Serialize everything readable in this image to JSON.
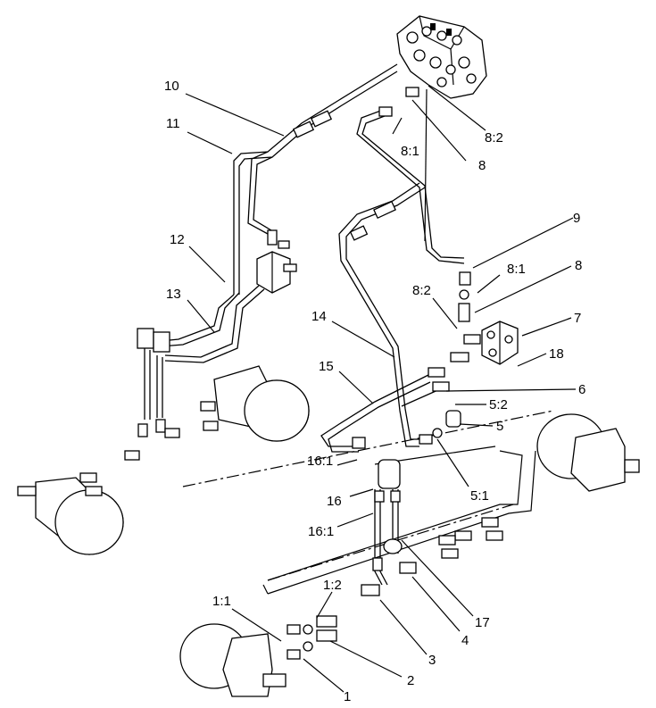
{
  "diagram": {
    "callouts": [
      {
        "id": "c10",
        "label": "10"
      },
      {
        "id": "c11",
        "label": "11"
      },
      {
        "id": "c12",
        "label": "12"
      },
      {
        "id": "c13",
        "label": "13"
      },
      {
        "id": "c14",
        "label": "14"
      },
      {
        "id": "c15",
        "label": "15"
      },
      {
        "id": "c16_1a",
        "label": "16:1"
      },
      {
        "id": "c16",
        "label": "16"
      },
      {
        "id": "c16_1b",
        "label": "16:1"
      },
      {
        "id": "c8_2top",
        "label": "8:2"
      },
      {
        "id": "c8_1top",
        "label": "8:1"
      },
      {
        "id": "c8top",
        "label": "8"
      },
      {
        "id": "c9",
        "label": "9"
      },
      {
        "id": "c8_1mid",
        "label": "8:1"
      },
      {
        "id": "c8mid",
        "label": "8"
      },
      {
        "id": "c8_2mid",
        "label": "8:2"
      },
      {
        "id": "c7",
        "label": "7"
      },
      {
        "id": "c18",
        "label": "18"
      },
      {
        "id": "c6",
        "label": "6"
      },
      {
        "id": "c5_2",
        "label": "5:2"
      },
      {
        "id": "c5",
        "label": "5"
      },
      {
        "id": "c5_1",
        "label": "5:1"
      },
      {
        "id": "c17",
        "label": "17"
      },
      {
        "id": "c4",
        "label": "4"
      },
      {
        "id": "c3",
        "label": "3"
      },
      {
        "id": "c2",
        "label": "2"
      },
      {
        "id": "c1",
        "label": "1"
      },
      {
        "id": "c1_1",
        "label": "1:1"
      },
      {
        "id": "c1_2",
        "label": "1:2"
      }
    ]
  }
}
